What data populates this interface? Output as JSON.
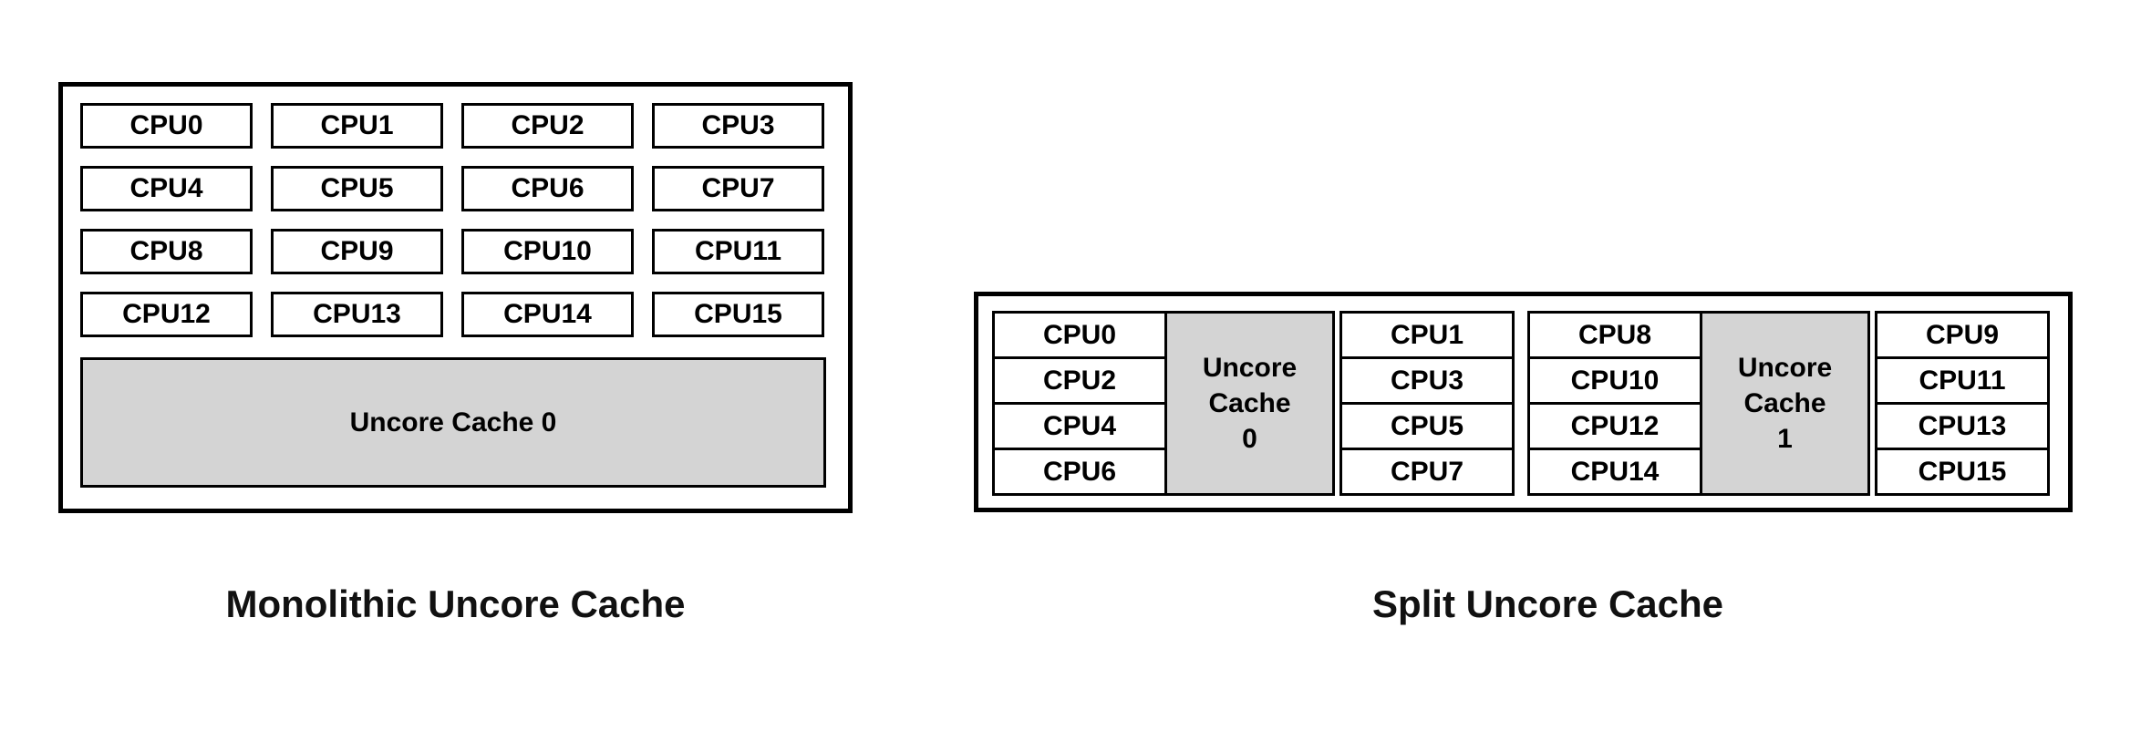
{
  "colors": {
    "cache_fill": "#d4d4d4",
    "border": "#000000",
    "text": "#000000",
    "background": "#ffffff"
  },
  "monolithic": {
    "caption": "Monolithic Uncore Cache",
    "cache_label": "Uncore Cache 0",
    "cpus": [
      "CPU0",
      "CPU1",
      "CPU2",
      "CPU3",
      "CPU4",
      "CPU5",
      "CPU6",
      "CPU7",
      "CPU8",
      "CPU9",
      "CPU10",
      "CPU11",
      "CPU12",
      "CPU13",
      "CPU14",
      "CPU15"
    ]
  },
  "split": {
    "caption": "Split Uncore Cache",
    "clusters": [
      {
        "left_cpus": [
          "CPU0",
          "CPU2",
          "CPU4",
          "CPU6"
        ],
        "cache_lines": [
          "Uncore",
          "Cache",
          "0"
        ],
        "right_cpus": [
          "CPU1",
          "CPU3",
          "CPU5",
          "CPU7"
        ]
      },
      {
        "left_cpus": [
          "CPU8",
          "CPU10",
          "CPU12",
          "CPU14"
        ],
        "cache_lines": [
          "Uncore",
          "Cache",
          "1"
        ],
        "right_cpus": [
          "CPU9",
          "CPU11",
          "CPU13",
          "CPU15"
        ]
      }
    ]
  }
}
